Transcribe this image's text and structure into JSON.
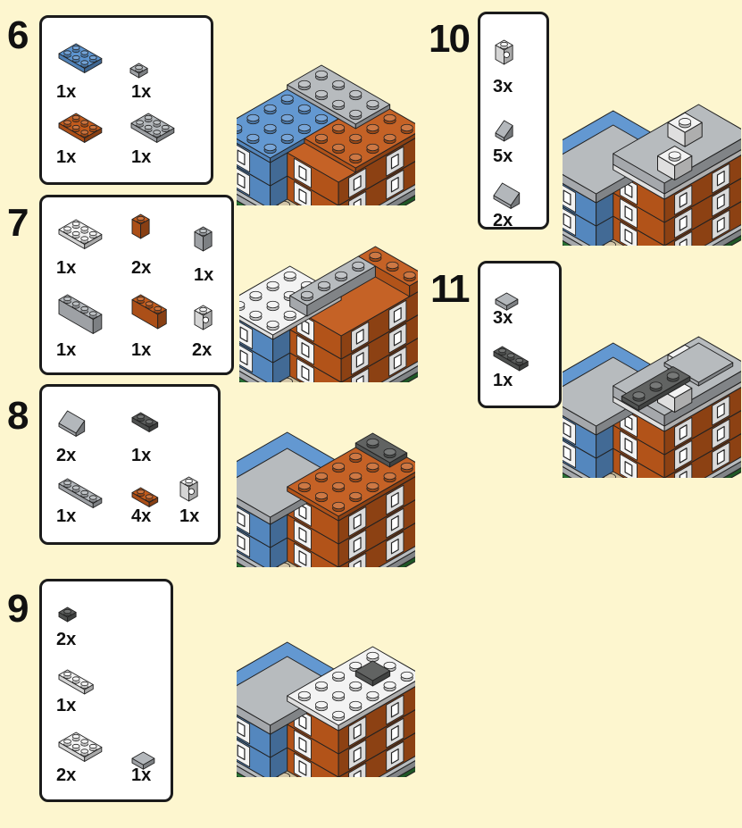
{
  "page": {
    "background": "#fdf6cf"
  },
  "colors": {
    "blue": "#5b93cf",
    "orange": "#c25a1b",
    "light_gray": "#b3b7bb",
    "dark_gray": "#595b5a",
    "white": "#f2f2f2",
    "tan": "#c9b995",
    "green": "#2c7a36",
    "dark_blue": "#1d3f7a"
  },
  "steps": [
    {
      "number": "6",
      "parts": [
        {
          "name": "plate-2x3-blue",
          "qty": "1x"
        },
        {
          "name": "plate-1x1-gray",
          "qty": "1x"
        },
        {
          "name": "plate-2x3-orange",
          "qty": "1x"
        },
        {
          "name": "plate-2x3-light-gray",
          "qty": "1x"
        }
      ]
    },
    {
      "number": "7",
      "parts": [
        {
          "name": "plate-2x3-white",
          "qty": "1x"
        },
        {
          "name": "brick-1x1-orange",
          "qty": "2x"
        },
        {
          "name": "brick-1x1-gray",
          "qty": "1x"
        },
        {
          "name": "brick-1x4-gray",
          "qty": "1x"
        },
        {
          "name": "brick-1x3-orange",
          "qty": "1x"
        },
        {
          "name": "headlight-brick-white",
          "qty": "2x"
        }
      ]
    },
    {
      "number": "8",
      "parts": [
        {
          "name": "slope-gray",
          "qty": "2x"
        },
        {
          "name": "plate-1x2-dark-gray",
          "qty": "1x"
        },
        {
          "name": "plate-1x4-gray",
          "qty": "1x"
        },
        {
          "name": "plate-1x2-orange",
          "qty": "4x"
        },
        {
          "name": "headlight-brick-white",
          "qty": "1x"
        }
      ]
    },
    {
      "number": "9",
      "parts": [
        {
          "name": "plate-1x1-dark-gray",
          "qty": "2x"
        },
        {
          "name": "plate-1x3-white",
          "qty": "1x"
        },
        {
          "name": "plate-2x3-white",
          "qty": "2x"
        },
        {
          "name": "tile-1x1-gray",
          "qty": "1x"
        }
      ]
    },
    {
      "number": "10",
      "parts": [
        {
          "name": "headlight-brick-white",
          "qty": "3x"
        },
        {
          "name": "slope-1x1-gray",
          "qty": "5x"
        },
        {
          "name": "slope-1x2-gray",
          "qty": "2x"
        }
      ]
    },
    {
      "number": "11",
      "parts": [
        {
          "name": "tile-1x1-gray",
          "qty": "3x"
        },
        {
          "name": "plate-1x3-dark-gray",
          "qty": "1x"
        }
      ]
    }
  ]
}
